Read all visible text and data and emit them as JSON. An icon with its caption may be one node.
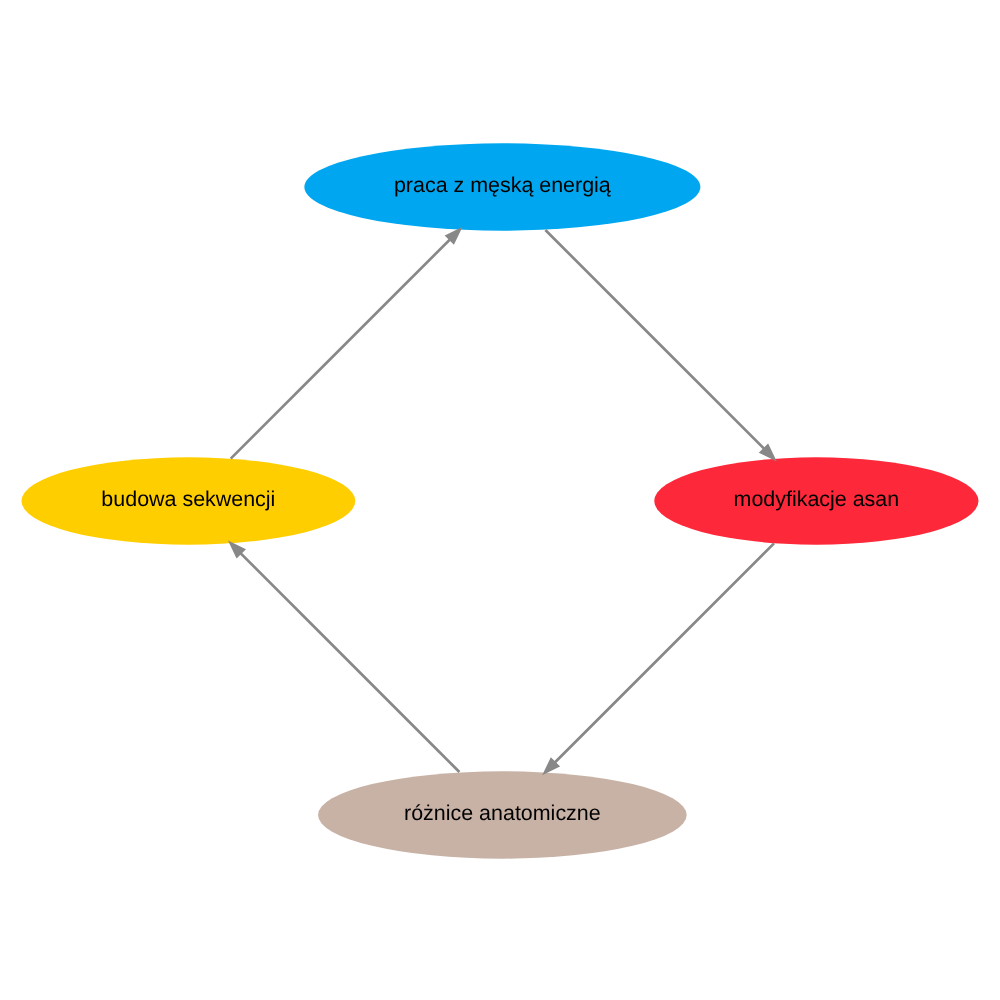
{
  "diagram": {
    "nodes": [
      {
        "text": [
          "różnice anatomiczne"
        ]
      },
      {
        "text": [
          "budowa sekwencji"
        ]
      },
      {
        "text": [
          "modyfikacje asan"
        ]
      },
      {
        "text": [
          "praca z męską energią"
        ]
      }
    ],
    "edges": [
      {
        "from": 0,
        "to": 1,
        "arrow": "to"
      },
      {
        "from": 1,
        "to": 3,
        "arrow": "to"
      },
      {
        "from": 3,
        "to": 2,
        "arrow": "to"
      },
      {
        "from": 2,
        "to": 0,
        "arrow": "to"
      }
    ]
  }
}
